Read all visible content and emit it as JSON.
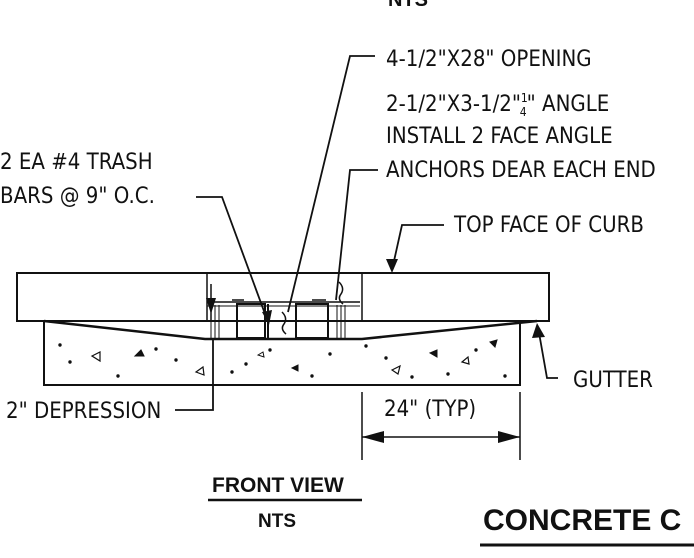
{
  "header": {
    "scale_top": "NTS"
  },
  "callouts": {
    "opening": "4-1/2\"X28\" OPENING",
    "angle_line1": "2-1/2\"X3-1/2\"",
    "angle_frac_num": "1",
    "angle_frac_den": "4",
    "angle_line1_end": "\" ANGLE",
    "angle_line2": "INSTALL 2 FACE ANGLE",
    "angle_line3": "ANCHORS DEAR EACH END",
    "trash_line1": "2 EA #4 TRASH",
    "trash_line2": "BARS @ 9\" O.C.",
    "top_face": "TOP FACE OF CURB",
    "gutter": "GUTTER",
    "depression": "2\" DEPRESSION",
    "dimension": "24\" (TYP)"
  },
  "view_title": {
    "name": "FRONT VIEW",
    "scale": "NTS"
  },
  "sheet_title": "CONCRETE C"
}
